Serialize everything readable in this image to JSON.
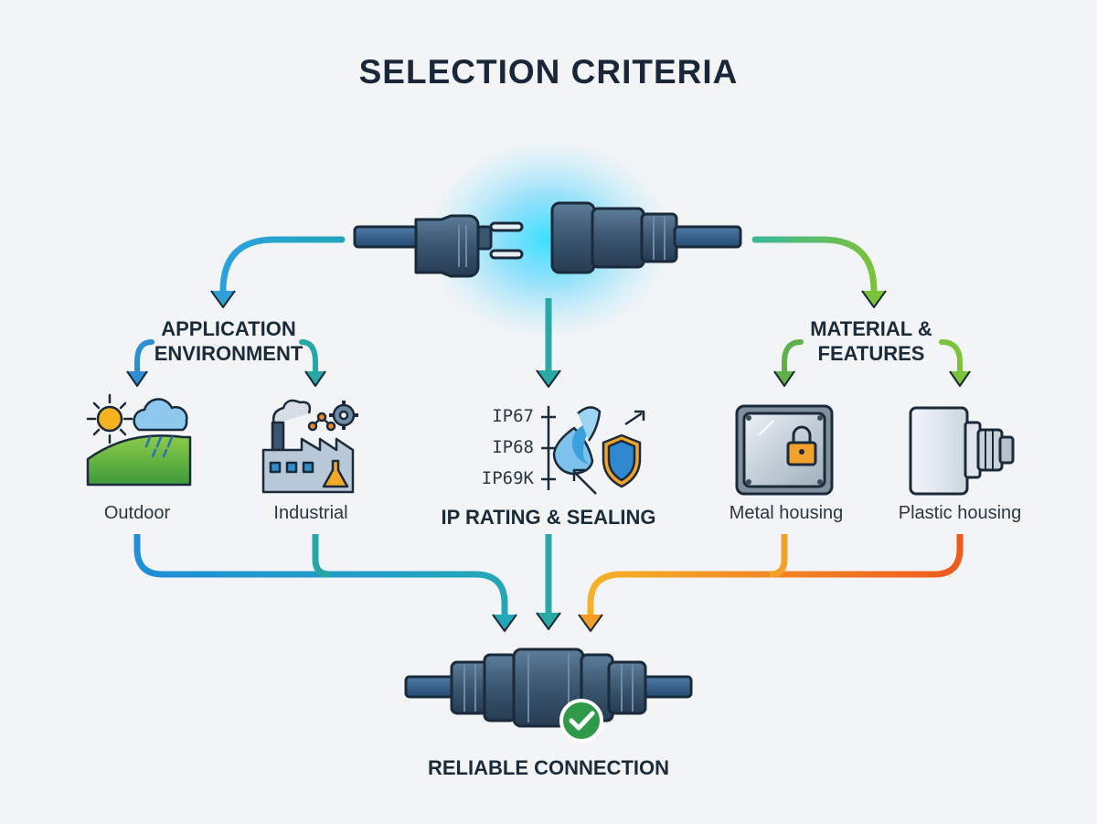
{
  "title": "SELECTION CRITERIA",
  "branches": {
    "application": {
      "heading_line1": "APPLICATION",
      "heading_line2": "ENVIRONMENT",
      "items": [
        {
          "label": "Outdoor",
          "icon": "sun-rain-landscape-icon"
        },
        {
          "label": "Industrial",
          "icon": "factory-gear-icon"
        }
      ]
    },
    "ip": {
      "heading": "IP RATING & SEALING",
      "ratings": [
        "IP67",
        "IP68",
        "IP69K"
      ],
      "icon": "water-drop-shield-icon"
    },
    "material": {
      "heading_line1": "MATERIAL &",
      "heading_line2": "FEATURES",
      "items": [
        {
          "label": "Metal housing",
          "icon": "metal-housing-icon"
        },
        {
          "label": "Plastic housing",
          "icon": "plastic-housing-icon"
        }
      ]
    }
  },
  "result": {
    "label": "RELIABLE CONNECTION",
    "icon": "check-badge-icon"
  },
  "colors": {
    "blue": "#2d8fd0",
    "teal": "#2aa8a6",
    "green": "#6cbb3c",
    "orange": "#f08a24",
    "connector": "#3a5670",
    "glow": "#37d3ff"
  }
}
